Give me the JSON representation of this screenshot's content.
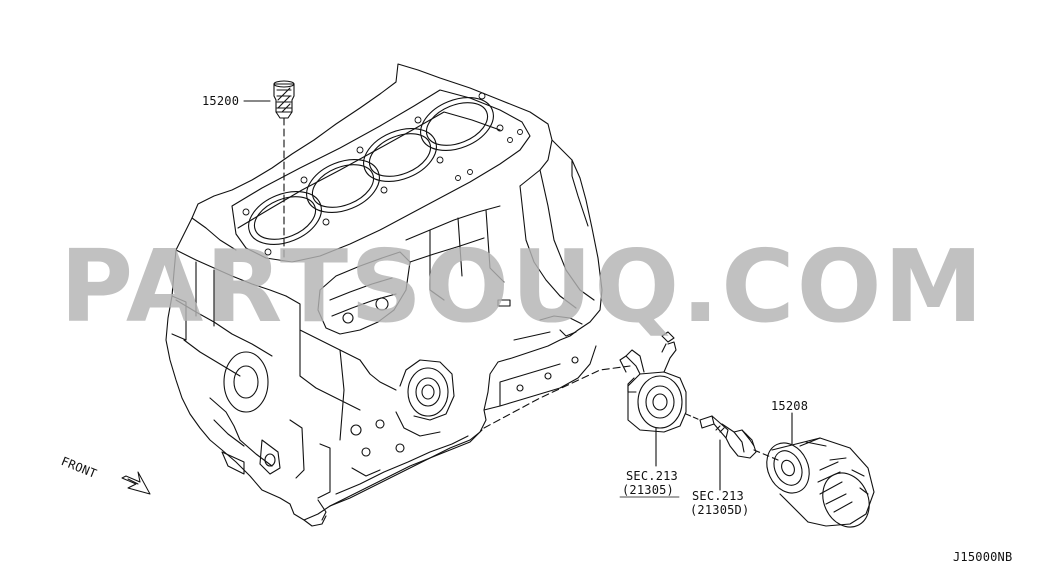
{
  "parts": {
    "cylinder_block_callout": "15200",
    "oil_cooler_ref_line1": "SEC.213",
    "oil_cooler_ref_line2": "(21305)",
    "connector_ref_line1": "SEC.213",
    "connector_ref_line2": "(21305D)",
    "oil_filter_callout": "15208"
  },
  "front_marker": "FRONT",
  "diagram_code": "J15000NB",
  "watermark": "PARTSOUQ.COM"
}
